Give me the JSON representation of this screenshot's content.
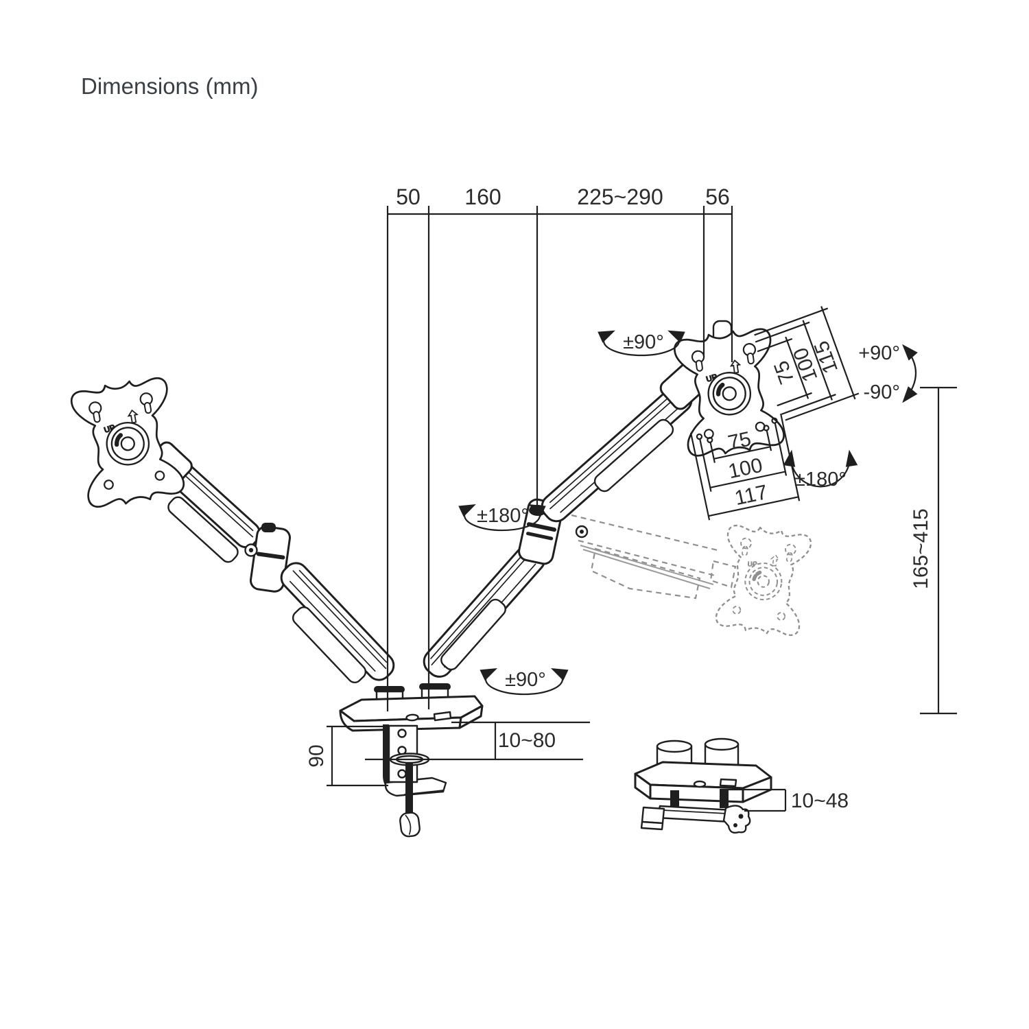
{
  "title": "Dimensions (mm)",
  "top_dimensions": {
    "pole_offset": "50",
    "base_to_elbow": "160",
    "elbow_reach": "225~290",
    "plate_offset": "56"
  },
  "vesa_plate": {
    "up_marking": "UP",
    "vertical": {
      "hole_spacing": "75",
      "vesa_standard": "100",
      "plate_height": "115"
    },
    "horizontal": {
      "hole_spacing": "75",
      "vesa_standard": "100",
      "plate_width": "117"
    }
  },
  "rotations": {
    "head_swivel": "±90°",
    "tilt_up": "+90°",
    "tilt_down": "-90°",
    "plate_rotation": "±180°",
    "elbow_swivel": "±180°",
    "base_swivel": "±90°"
  },
  "height_adjustment_range": "165~415",
  "desk_clamp": {
    "bracket_height": "90",
    "clamp_range": "10~80"
  },
  "grommet_mount": {
    "clamp_range": "10~48"
  },
  "colors": {
    "line": "#1f1f1f",
    "label": "#2b2b2b",
    "title": "#3a3f46",
    "ghost": "#8f8f8f"
  }
}
